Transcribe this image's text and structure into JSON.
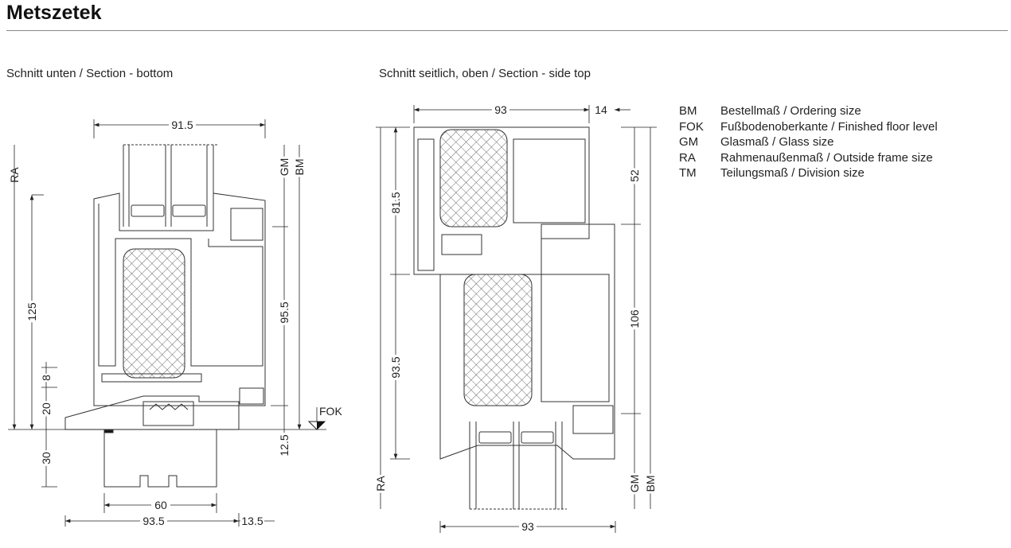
{
  "header": {
    "title": "Metszetek"
  },
  "sections": [
    {
      "caption": "Schnitt unten / Section - bottom",
      "dims": {
        "top": "91.5",
        "ra": "RA",
        "h125": "125",
        "h8": "8",
        "h20": "20",
        "h30": "30",
        "gm": "GM",
        "bm": "BM",
        "h95_5": "95.5",
        "h12_5": "12.5",
        "fok": "FOK",
        "w60": "60",
        "w93_5": "93.5",
        "w13_5": "13.5"
      }
    },
    {
      "caption": "Schnitt seitlich, oben / Section - side top",
      "dims": {
        "top93": "93",
        "top14": "14",
        "ra": "RA",
        "h81_5": "81.5",
        "h93_5": "93.5",
        "h52": "52",
        "h106": "106",
        "gm": "GM",
        "bm": "BM",
        "bottom93": "93"
      }
    }
  ],
  "legend": [
    {
      "abbr": "BM",
      "text": "Bestellmaß / Ordering size"
    },
    {
      "abbr": "FOK",
      "text": "Fußbodenoberkante / Finished floor level"
    },
    {
      "abbr": "GM",
      "text": "Glasmaß / Glass size"
    },
    {
      "abbr": "RA",
      "text": "Rahmenaußenmaß / Outside frame size"
    },
    {
      "abbr": "TM",
      "text": "Teilungsmaß / Division size"
    }
  ],
  "colors": {
    "line": "#333333",
    "rule": "#888888"
  }
}
